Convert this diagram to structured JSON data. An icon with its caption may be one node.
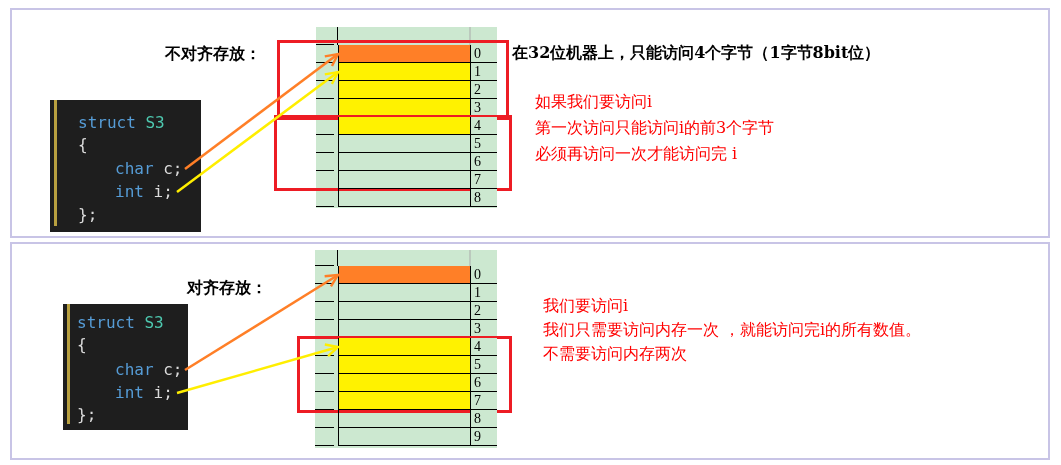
{
  "diagram": {
    "nodes": [
      {
        "text": [],
        "shape": "box"
      },
      {
        "text": [
          "struct S3",
          "{",
          "};"
        ],
        "in": 0
      },
      {
        "text": [
          "char c;"
        ],
        "in": 1
      },
      {
        "text": [
          "int i;"
        ],
        "in": 1
      },
      {
        "text": [],
        "shape": "box",
        "in": 0
      },
      {
        "text": [
          "0"
        ],
        "in": 4
      },
      {
        "text": [
          "1"
        ],
        "in": 4
      },
      {
        "text": [
          "2"
        ],
        "in": 4
      },
      {
        "text": [
          "3"
        ],
        "in": 4
      },
      {
        "text": [],
        "shape": "box",
        "in": 0
      },
      {
        "text": [
          "4"
        ],
        "in": 9
      },
      {
        "text": [
          "5"
        ],
        "in": 9
      },
      {
        "text": [
          "6"
        ],
        "in": 9
      },
      {
        "text": [
          "7"
        ],
        "in": 9
      },
      {
        "text": [
          "8"
        ],
        "in": 0
      },
      {
        "text": [],
        "shape": "box"
      },
      {
        "text": [
          "struct S3",
          "{",
          "};"
        ],
        "in": 15
      },
      {
        "text": [
          "char c;"
        ],
        "in": 16
      },
      {
        "text": [
          "int i;"
        ],
        "in": 16
      },
      {
        "text": [
          "0"
        ],
        "in": 15
      },
      {
        "text": [
          "1"
        ],
        "in": 15
      },
      {
        "text": [
          "2"
        ],
        "in": 15
      },
      {
        "text": [
          "3"
        ],
        "in": 15
      },
      {
        "text": [],
        "shape": "box",
        "in": 15
      },
      {
        "text": [
          "4"
        ],
        "in": 23
      },
      {
        "text": [
          "5"
        ],
        "in": 23
      },
      {
        "text": [
          "6"
        ],
        "in": 23
      },
      {
        "text": [
          "7"
        ],
        "in": 23
      },
      {
        "text": [
          "8"
        ],
        "in": 15
      },
      {
        "text": [
          "9"
        ],
        "in": 15
      }
    ],
    "edges": [
      {
        "from": 2,
        "to": 5,
        "arrow": "to",
        "color": "#ff7f27"
      },
      {
        "from": 3,
        "to": 6,
        "arrow": "to",
        "color": "#ffee00"
      },
      {
        "from": 17,
        "to": 19,
        "arrow": "to",
        "color": "#ff7f27"
      },
      {
        "from": 18,
        "to": 24,
        "arrow": "to",
        "color": "#ffee00"
      }
    ],
    "labels": [
      "不对齐存放：",
      "在32位机器上，只能访问4个字节（1字节8bit位）",
      "如果我们要访问i",
      "第一次访问只能访问i的前3个字节",
      "必须再访问一次才能访问完 i",
      "对齐存放：",
      "我们要访问i",
      "我们只需要访问内存一次 ，就能访问完i的所有数值。",
      "不需要访问内存两次"
    ]
  }
}
